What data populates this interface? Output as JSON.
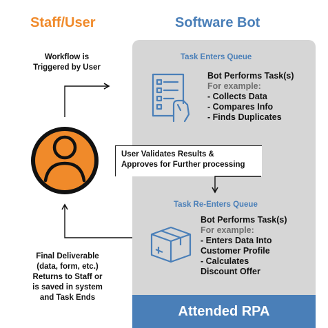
{
  "columns": {
    "left_title": "Staff/User",
    "right_title": "Software Bot"
  },
  "left": {
    "trigger_lines": [
      "Workflow is",
      "Triggered by User"
    ],
    "final_lines": [
      "Final Deliverable",
      "(data, form, etc.)",
      "Returns to Staff or",
      "is saved in system",
      "and Task Ends"
    ]
  },
  "bot": {
    "queue1": "Task Enters Queue",
    "task1": {
      "title": "Bot Performs Task(s)",
      "example": "For example:",
      "items": [
        "- Collects Data",
        "- Compares Info",
        "- Finds Duplicates"
      ]
    },
    "validate_lines": [
      "User Validates Results &",
      "Approves for Further processing"
    ],
    "queue2": "Task Re-Enters Queue",
    "task2": {
      "title": "Bot Performs Task(s)",
      "example": "For example:",
      "items": [
        "- Enters Data Into",
        "Customer Profile",
        "- Calculates",
        "Discount Offer"
      ]
    },
    "footer": "Attended RPA"
  },
  "icons": {
    "user": "user-avatar-icon",
    "task1": "checklist-hand-icon",
    "task2": "package-box-icon"
  },
  "colors": {
    "orange": "#f08a2a",
    "blue": "#4a7fb8",
    "panel_gray": "#d6d6d6"
  }
}
